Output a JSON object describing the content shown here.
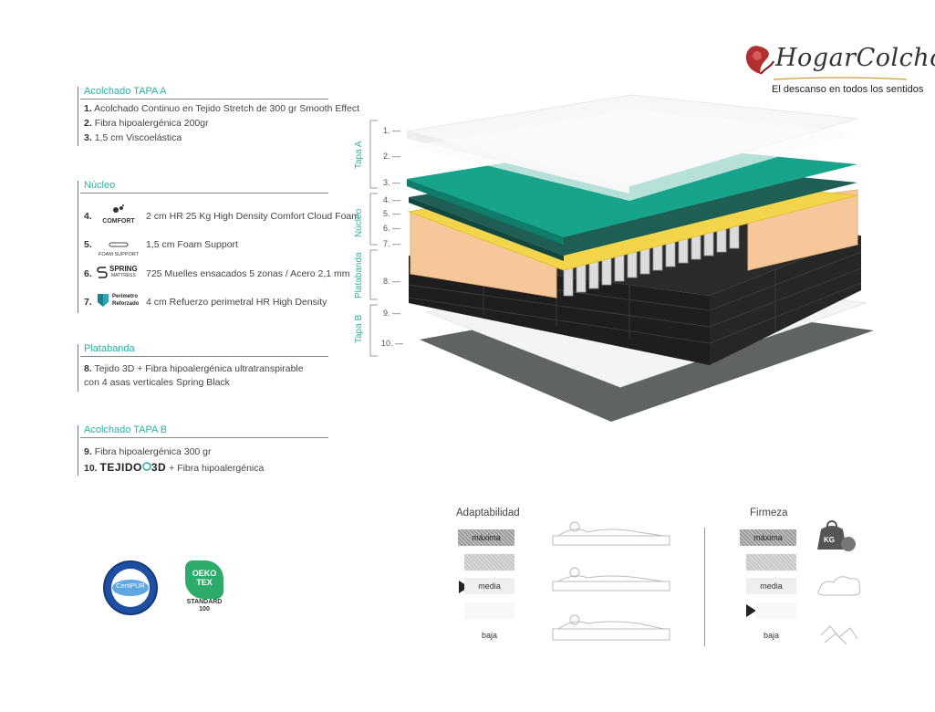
{
  "brand": {
    "name": "HogarColchón",
    "tagline": "El descanso en todos los sentidos"
  },
  "specs": {
    "tapa_a": {
      "title": "Acolchado TAPA A",
      "items": [
        {
          "n": "1.",
          "text": "Acolchado Continuo en Tejido Stretch de 300 gr Smooth Effect"
        },
        {
          "n": "2.",
          "text": "Fibra hipoalergénica 200gr"
        },
        {
          "n": "3.",
          "text": "1,5 cm Viscoelástica"
        }
      ]
    },
    "nucleo": {
      "title": "Núcleo",
      "items": [
        {
          "n": "4.",
          "badge": "COMFORT",
          "text": "2 cm HR 25 Kg High Density Comfort Cloud Foam"
        },
        {
          "n": "5.",
          "badge": "FOAM SUPPORT",
          "text": "1,5 cm Foam Support"
        },
        {
          "n": "6.",
          "badge": "SPRING",
          "badge_sub": "MATTRESS",
          "text": "725 Muelles ensacados 5 zonas / Acero 2,1 mm"
        },
        {
          "n": "7.",
          "badge": "Perimetro",
          "badge_sub": "Reforzado",
          "text": "4 cm Refuerzo perimetral HR High Density"
        }
      ]
    },
    "platabanda": {
      "title": "Platabanda",
      "n": "8.",
      "line1": "Tejido 3D + Fibra hipoalergénica ultratranspirable",
      "line2": "con 4 asas verticales Spring Black"
    },
    "tapa_b": {
      "title": "Acolchado TAPA B",
      "item9": {
        "n": "9.",
        "text": "Fibra hipoalergénica 300 gr"
      },
      "item10": {
        "n": "10.",
        "tejido": "TEJIDO",
        "d3": "3D",
        "text": "+ Fibra hipoalergénica"
      }
    }
  },
  "layers": {
    "group_labels": [
      "Tapa A",
      "Núcleo",
      "Platabanda",
      "Tapa B"
    ],
    "numbers": [
      "1.",
      "2.",
      "3.",
      "4.",
      "5.",
      "6.",
      "7.",
      "8.",
      "9.",
      "10."
    ]
  },
  "certs": {
    "certipur": "CertiPUR",
    "oeko": {
      "line1": "OEKO",
      "line2": "TEX",
      "std": "STANDARD",
      "num": "100"
    }
  },
  "scales": {
    "adaptabilidad": {
      "title": "Adaptabilidad",
      "levels": [
        "máxima",
        "",
        "media",
        "",
        "baja"
      ],
      "selected": "media"
    },
    "firmeza": {
      "title": "Firmeza",
      "levels": [
        "máxima",
        "",
        "media",
        "",
        "baja"
      ],
      "icon_text": "KG",
      "selected_index": 3
    }
  },
  "colors": {
    "accent": "#2ab2a2",
    "teal_layer": "#17a48b",
    "yellow_layer": "#f2d54a",
    "orange_layer": "#f5c79a",
    "dark": "#222222"
  }
}
